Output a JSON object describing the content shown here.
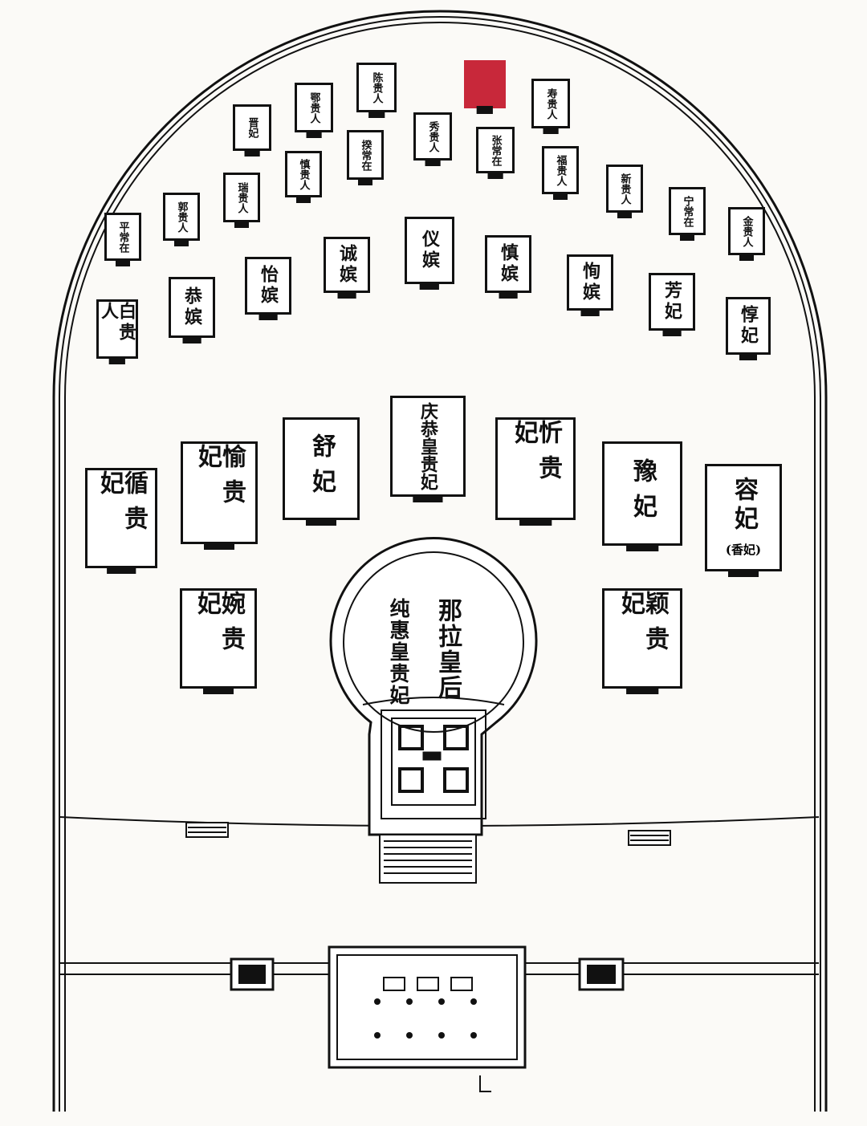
{
  "title": "裕陵妃园寝",
  "highlight_color": "#c8283a",
  "center": {
    "left": "纯惠皇贵妃",
    "right": "那拉皇后"
  },
  "tombs": {
    "small": [
      "陈贵人",
      "鄂贵人",
      "晋妃",
      "寿贵人",
      "秀贵人",
      "揆常在",
      "张常在",
      "慎贵人",
      "福贵人",
      "瑞贵人",
      "新贵人",
      "郭贵人",
      "宁常在",
      "平常在",
      "金贵人"
    ],
    "medium": [
      "白贵人",
      "恭嫔",
      "怡嫔",
      "诚嫔",
      "仪嫔",
      "慎嫔",
      "恂嫔",
      "芳妃",
      "惇妃"
    ],
    "large": [
      "循贵妃",
      "愉贵妃",
      "舒妃",
      "庆恭皇贵妃",
      "忻贵妃",
      "豫妃",
      "容妃",
      "婉贵妃",
      "颖贵妃"
    ],
    "rong_alias": "(香妃)"
  }
}
